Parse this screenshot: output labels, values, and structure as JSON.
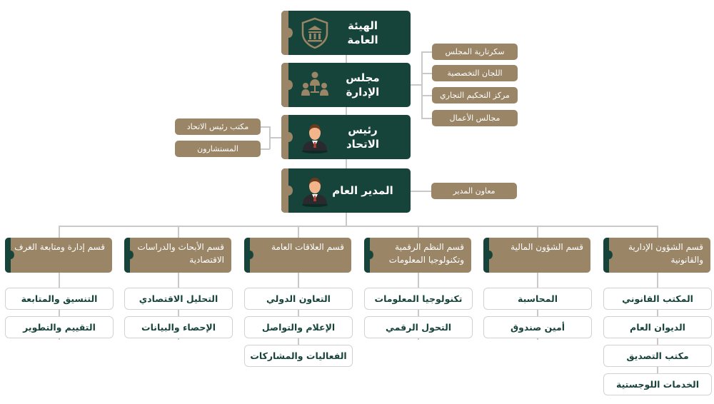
{
  "main": [
    {
      "title": "الهيئة العامة",
      "icon": "bank-shield-icon"
    },
    {
      "title": "مجلس الإدارة",
      "icon": "board-people-icon"
    },
    {
      "title": "رئيس الاتحاد",
      "icon": "person-avatar-icon"
    },
    {
      "title": "المدير العام",
      "icon": "person-avatar-icon"
    }
  ],
  "board_units": [
    "سكرتارية المجلس",
    "اللجان التخصصية",
    "مركز التحكيم التجاري",
    "مجالس الأعمال"
  ],
  "president_units": [
    "مكتب رئيس الاتحاد",
    "المستشارون"
  ],
  "director_units": [
    "معاون المدير"
  ],
  "departments": [
    {
      "title": "قسم الشؤون الإدارية والقانونية",
      "units": [
        "المكتب القانوني",
        "الديوان العام",
        "مكتب التصديق",
        "الخدمات اللوجستية"
      ]
    },
    {
      "title": "قسم الشؤون المالية",
      "units": [
        "المحاسبة",
        "أمين صندوق"
      ]
    },
    {
      "title": "قسم النظم الرقمية وتكنولوجيا المعلومات",
      "units": [
        "تكنولوجيا المعلومات",
        "التحول الرقمي"
      ]
    },
    {
      "title": "قسم العلاقات العامة",
      "units": [
        "التعاون الدولي",
        "الإعلام والتواصل",
        "الفعاليات والمشاركات"
      ]
    },
    {
      "title": "قسم الأبحاث والدراسات الاقتصادية",
      "units": [
        "التحليل الاقتصادي",
        "الإحصاء والبيانات"
      ]
    },
    {
      "title": "قسم إدارة ومتابعة الغرف",
      "units": [
        "التنسيق والمتابعة",
        "التقييم والتطوير"
      ]
    }
  ],
  "colors": {
    "green": "#17443a",
    "tan": "#9a8566",
    "line": "#c9c9c9"
  }
}
